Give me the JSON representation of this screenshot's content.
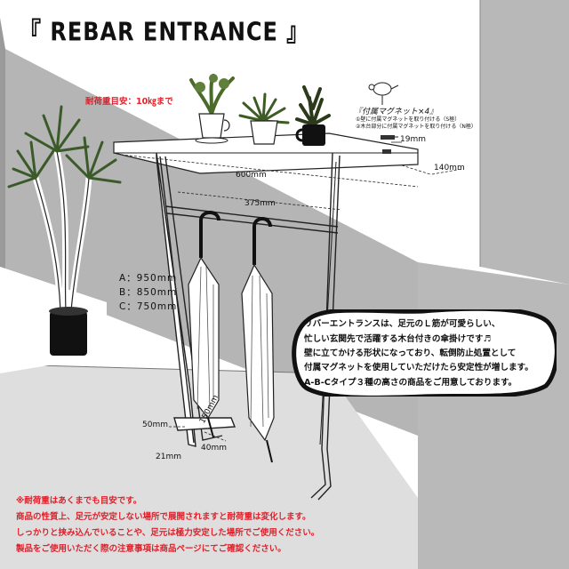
{
  "title": "『 REBAR ENTRANCE 』",
  "load_capacity": "耐荷重目安：10㎏まで",
  "magnet": {
    "title": "『付属マグネット×4』",
    "note1": "①壁に付属マグネットを取り付ける（S極）",
    "note2": "②木台部分に付属マグネットを取り付ける（N極）"
  },
  "dimensions": {
    "width": "600mm",
    "bar_width": "375mm",
    "depth": "140mm",
    "thickness": "19mm",
    "foot_height": "50mm",
    "foot_length": "150mm",
    "foot_width": "40mm",
    "foot_small": "21mm"
  },
  "heights": {
    "a": "A：950mm",
    "b": "B：850mm",
    "c": "C：750mm"
  },
  "callout": {
    "line1": "リバーエントランスは、足元のＬ筋が可愛らしい、",
    "line2": "忙しい玄関先で活躍する木台付きの傘掛けです♬",
    "line3": "壁に立てかける形状になっており、転倒防止処置として",
    "line4": "付属マグネットを使用していただけたら安定性が増します。",
    "line5": "A-B-Cタイプ３種の高さの商品をご用意しております。"
  },
  "notes": {
    "n1": "※耐荷重はあくまでも目安です。",
    "n2": "商品の性質上、足元が安定しない場所で展開されますと耐荷重は変化します。",
    "n3": "しっかりと挟み込んでいることや、足元は極力安定した場所でご使用ください。",
    "n4": "製品をご使用いただく際の注意事項は商品ページにてご確認ください。"
  },
  "colors": {
    "note_red": "#e0202a",
    "wall_gray": "#b5b5b5",
    "floor_gray": "#dedede"
  },
  "icons": [
    "plant-pot-icon",
    "mug-icon",
    "bird-icon",
    "umbrella-icon"
  ]
}
